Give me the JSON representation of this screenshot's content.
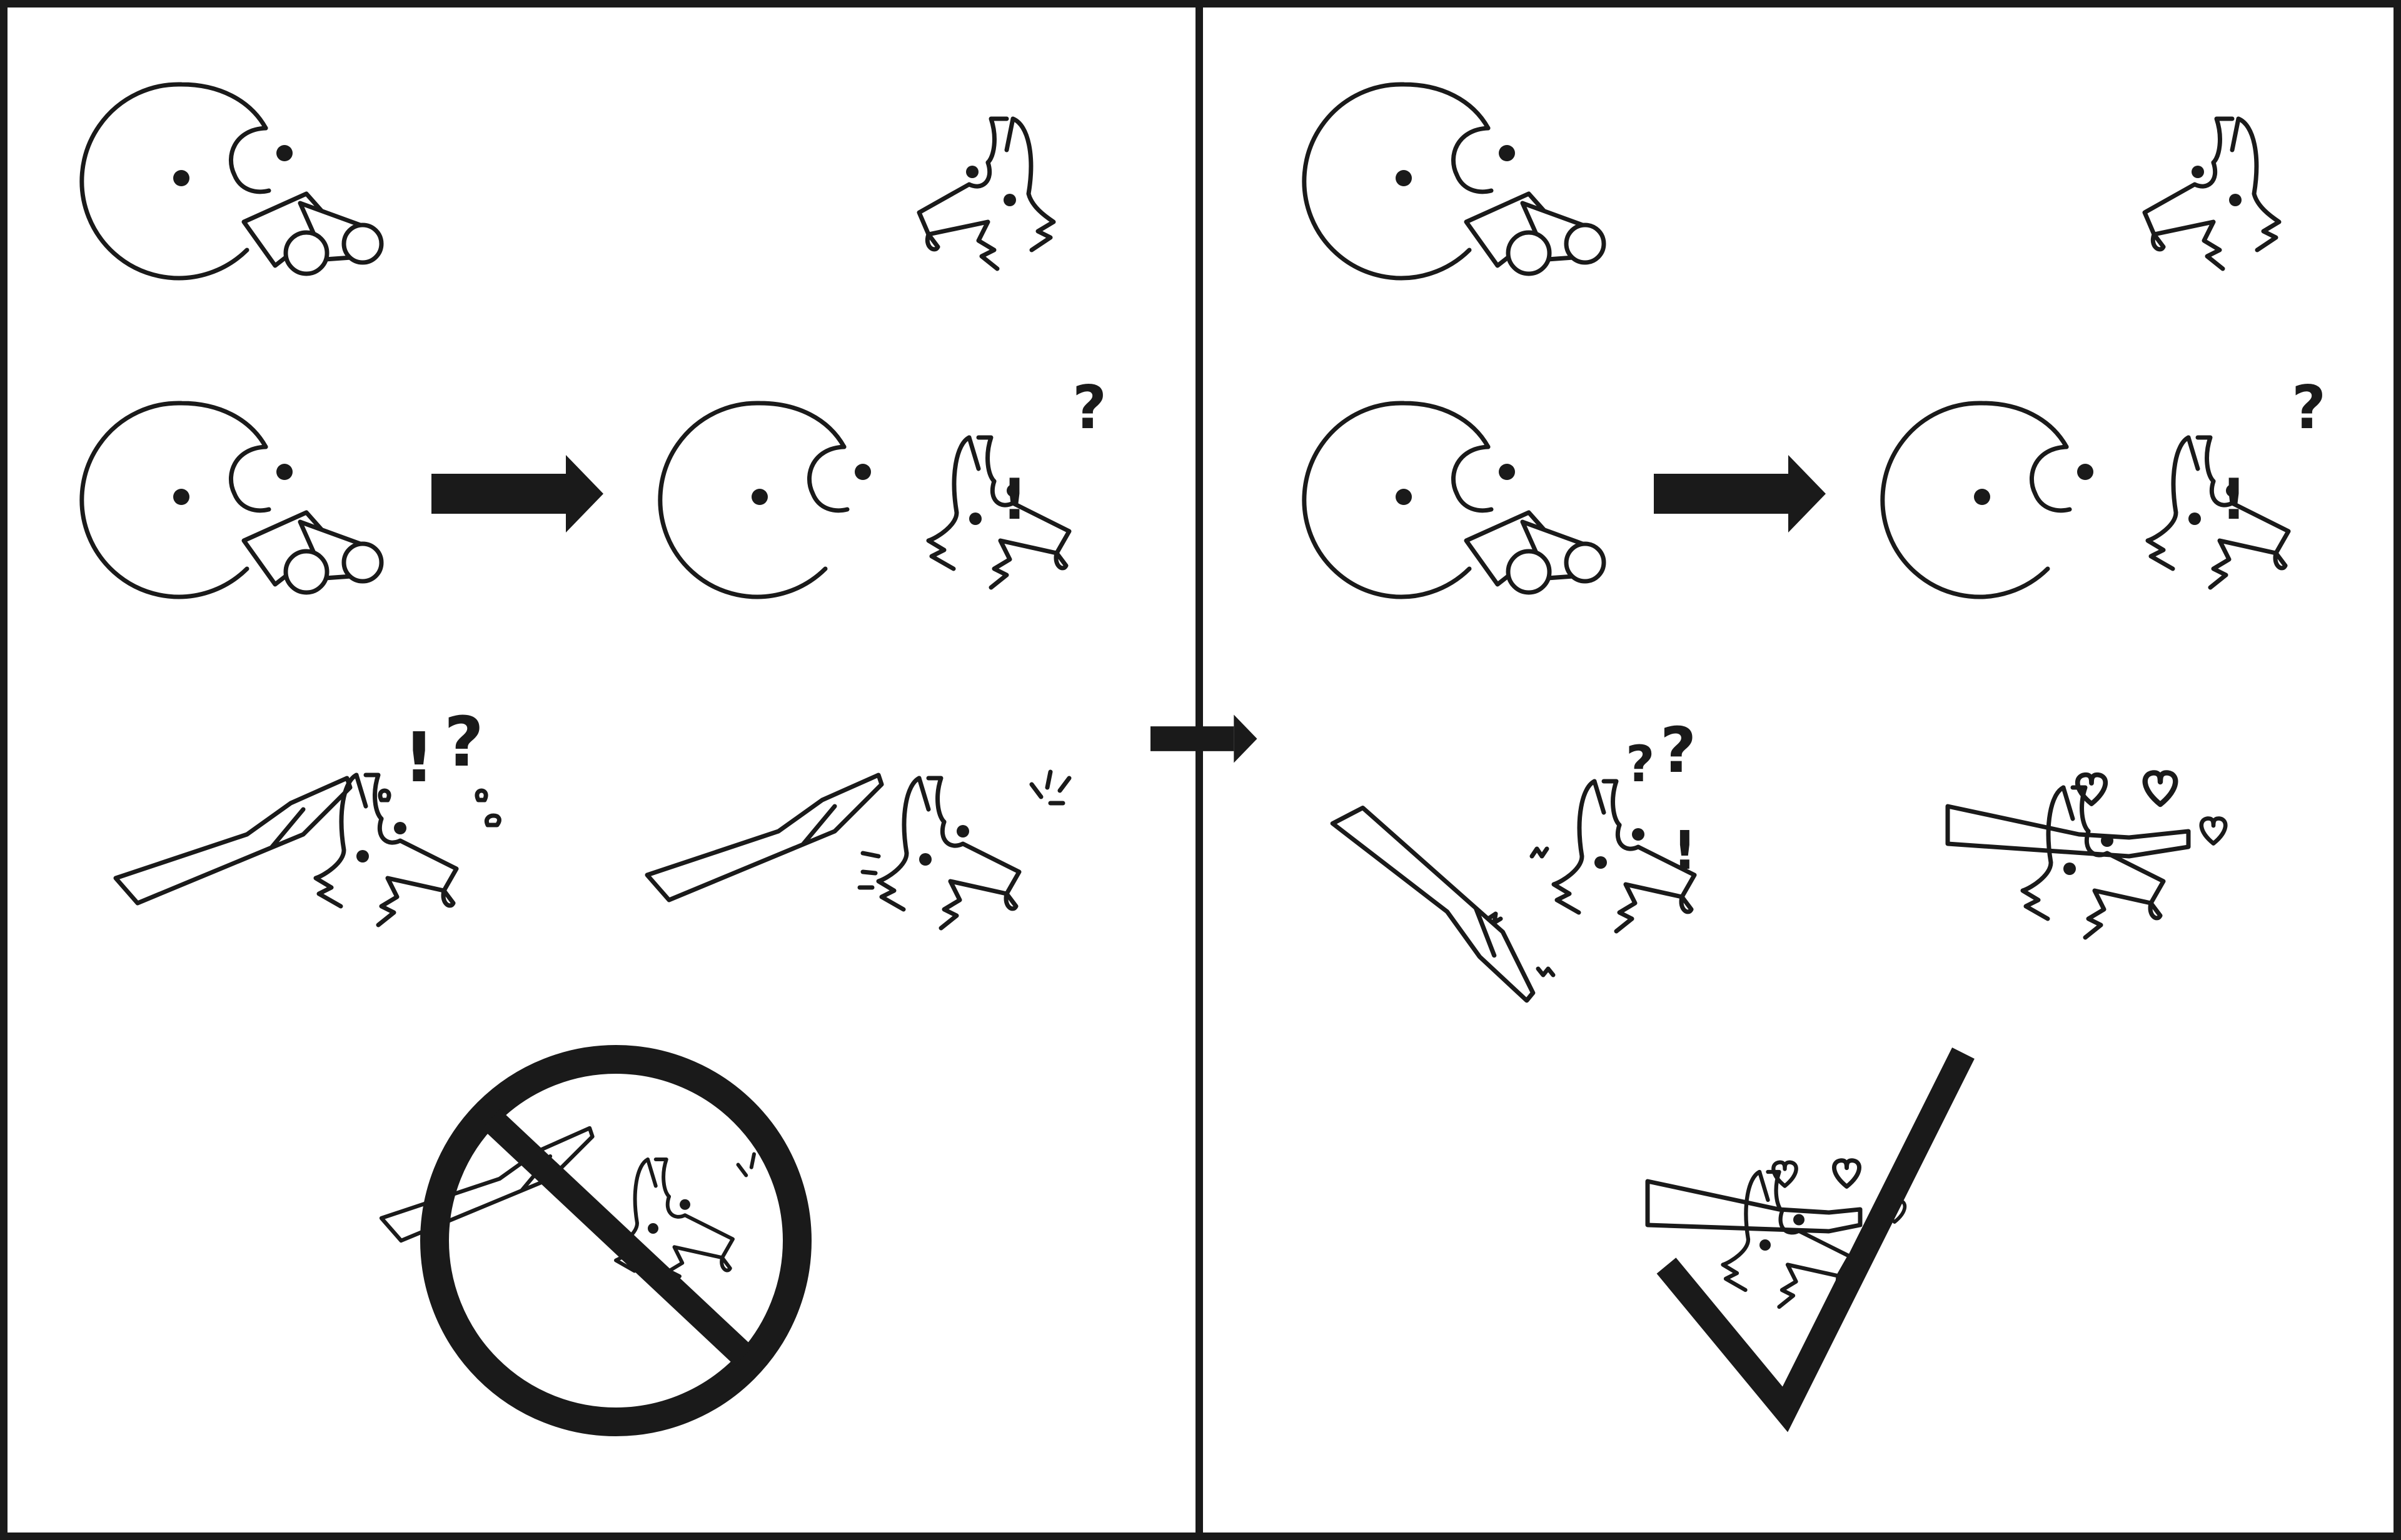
{
  "panels": [
    {
      "id": "left",
      "verdict": "prohibited"
    },
    {
      "id": "right",
      "verdict": "approved"
    }
  ],
  "icons": {
    "transition_arrow": "right-arrow-icon",
    "prohibited": "no-symbol-icon",
    "approved": "check-mark-icon"
  },
  "glyphs": {
    "question": "?",
    "exclaim": "!"
  },
  "colors": {
    "ink": "#1a1a1a",
    "background": "#ffffff"
  }
}
